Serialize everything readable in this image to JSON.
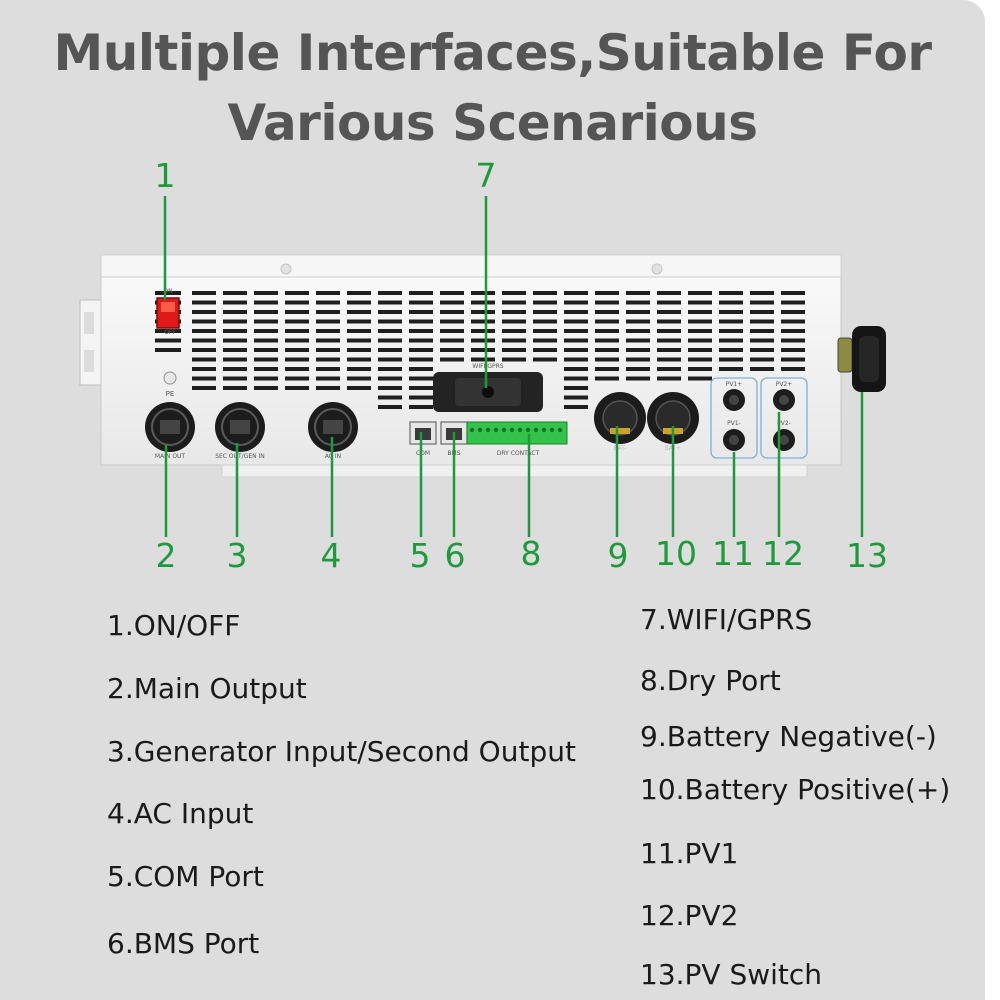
{
  "title": {
    "line1": "Multiple Interfaces,Suitable For",
    "line2": "Various Scenarious"
  },
  "colors": {
    "background": "#dddddd",
    "callout_green": "#1e9a3c",
    "title_gray": "#555555",
    "switch_red": "#e01818",
    "terminal_green": "#33c24a"
  },
  "callouts": [
    "1",
    "2",
    "3",
    "4",
    "5",
    "6",
    "7",
    "8",
    "9",
    "10",
    "11",
    "12",
    "13"
  ],
  "panel_labels": {
    "switch_on": "ON",
    "switch_off": "OFF",
    "pe": "PE",
    "main_out": "MAIN OUT",
    "sec_out": "SEC OUT/GEN IN",
    "ac_in": "AC IN",
    "wifi": "WIFI/GPRS",
    "com": "COM",
    "bms": "BMS",
    "dry": "DRY CONTACT",
    "bat_neg": "BAT-",
    "bat_pos": "BAT+",
    "pv1_pos": "PV1+",
    "pv1": "PV1-",
    "pv2_pos": "PV2+",
    "pv2": "PV2-"
  },
  "legend": {
    "left": [
      "1.ON/OFF",
      "2.Main Output",
      "3.Generator Input/Second Output",
      "4.AC Input",
      "5.COM Port",
      "6.BMS Port"
    ],
    "right": [
      "7.WIFI/GPRS",
      "8.Dry Port",
      "9.Battery Negative(-)",
      "10.Battery Positive(+)",
      "11.PV1",
      "12.PV2",
      "13.PV Switch"
    ]
  }
}
